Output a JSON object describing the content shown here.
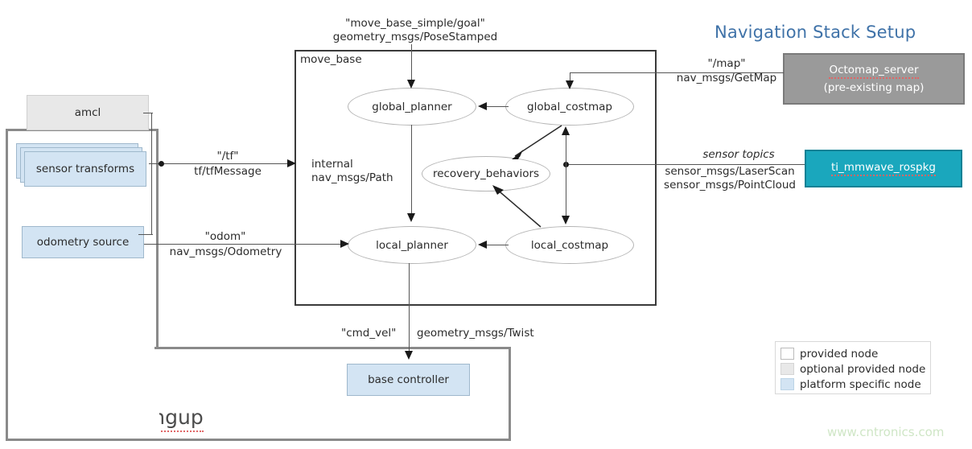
{
  "title": "Navigation Stack Setup",
  "bringup_label": "Turtlebot_bringup",
  "watermark": "www.cntronics.com",
  "move_base": {
    "label": "move_base",
    "nodes": [
      {
        "id": "global_planner",
        "label": "global_planner"
      },
      {
        "id": "global_costmap",
        "label": "global_costmap"
      },
      {
        "id": "recovery_behaviors",
        "label": "recovery_behaviors"
      },
      {
        "id": "local_planner",
        "label": "local_planner"
      },
      {
        "id": "local_costmap",
        "label": "local_costmap"
      }
    ],
    "internal_label_line1": "internal",
    "internal_label_line2": "nav_msgs/Path"
  },
  "external_nodes": {
    "amcl": "amcl",
    "sensor_transforms": "sensor transforms",
    "odometry_source": "odometry source",
    "base_controller": "base controller",
    "octomap_server_line1": "Octomap_server",
    "octomap_server_line2": "(pre-existing  map)",
    "ti_mmwave": "ti_mmwave_rospkg"
  },
  "topics": {
    "goal_topic": "\"move_base_simple/goal\"",
    "goal_type": "geometry_msgs/PoseStamped",
    "map_topic": "\"/map\"",
    "map_type": "nav_msgs/GetMap",
    "sensor_topics_label": "sensor topics",
    "sensor_type1": "sensor_msgs/LaserScan",
    "sensor_type2": "sensor_msgs/PointCloud",
    "tf_topic": "\"/tf\"",
    "tf_type": "tf/tfMessage",
    "odom_topic": "\"odom\"",
    "odom_type": "nav_msgs/Odometry",
    "cmdvel_topic": "\"cmd_vel\"",
    "cmdvel_type": "geometry_msgs/Twist"
  },
  "legend": {
    "items": [
      {
        "label": "provided node",
        "color": "#ffffff"
      },
      {
        "label": "optional provided node",
        "color": "#e8e8e8"
      },
      {
        "label": "platform specific node",
        "color": "#d3e4f3"
      }
    ]
  },
  "colors": {
    "title_blue": "#3f72a8",
    "platform_blue": "#d3e4f3",
    "optional_gray": "#e8e8e8",
    "octomap_gray": "#9a9a9a",
    "mmwave_teal": "#1aa7bd",
    "watermark_green": "#cfe6c6"
  }
}
